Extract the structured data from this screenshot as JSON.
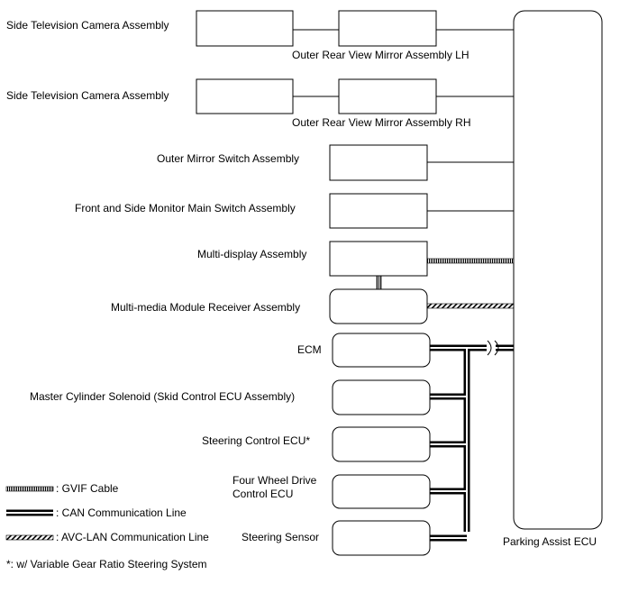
{
  "labels": {
    "side_cam_lh": "Side Television Camera Assembly",
    "mirror_lh": "Outer Rear View Mirror Assembly LH",
    "side_cam_rh": "Side Television Camera Assembly",
    "mirror_rh": "Outer Rear View Mirror Assembly RH",
    "mirror_switch": "Outer Mirror Switch Assembly",
    "monitor_switch": "Front and Side Monitor Main Switch Assembly",
    "multi_display": "Multi-display Assembly",
    "multimedia_receiver": "Multi-media Module Receiver Assembly",
    "ecm": "ECM",
    "master_cylinder": "Master Cylinder Solenoid (Skid Control ECU Assembly)",
    "steering_control": "Steering Control ECU*",
    "four_wheel_drive_1": "Four Wheel Drive",
    "four_wheel_drive_2": "Control ECU",
    "steering_sensor": "Steering Sensor",
    "parking_assist": "Parking Assist ECU"
  },
  "legend": {
    "gvif": ": GVIF Cable",
    "can": ": CAN Communication Line",
    "avc": ": AVC-LAN Communication Line"
  },
  "footnote": "*: w/ Variable Gear Ratio Steering System"
}
